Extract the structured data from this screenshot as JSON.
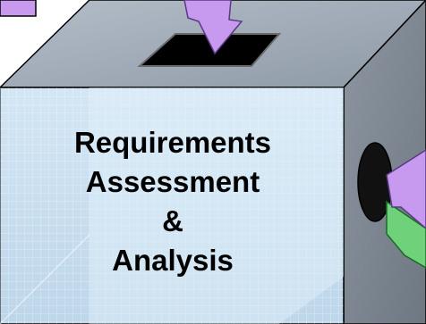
{
  "label": {
    "line1": "Requirements",
    "line2": "Assessment",
    "line3": "&",
    "line4": "Analysis"
  },
  "colors": {
    "front_face": "#cfe3f2",
    "front_face_light": "#dfeffb",
    "grid_line": "#ffffff",
    "top_face": "#9aa6b4",
    "right_face": "#7e8792",
    "slot": "#000000",
    "side_hole": "#111111",
    "arrow_purple": "#c79af0",
    "arrow_green": "#6fd27a",
    "outline": "#000000"
  }
}
